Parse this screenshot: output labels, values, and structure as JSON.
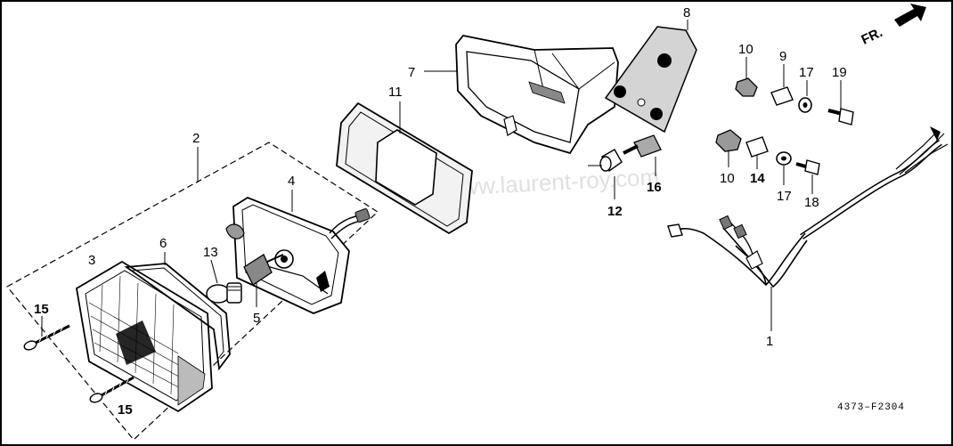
{
  "diagram": {
    "frame_code": "4373–F2304",
    "direction_label": "FR.",
    "watermark": "www.laurent-roy.com",
    "callouts": {
      "c1": "1",
      "c2": "2",
      "c3": "3",
      "c4": "4",
      "c5": "5",
      "c6": "6",
      "c7": "7",
      "c8": "8",
      "c9": "9",
      "c10a": "10",
      "c10b": "10",
      "c11": "11",
      "c12": "12",
      "c13": "13",
      "c14": "14",
      "c15a": "15",
      "c15b": "15",
      "c16": "16",
      "c17a": "17",
      "c17b": "17",
      "c18": "18",
      "c19": "19"
    }
  }
}
